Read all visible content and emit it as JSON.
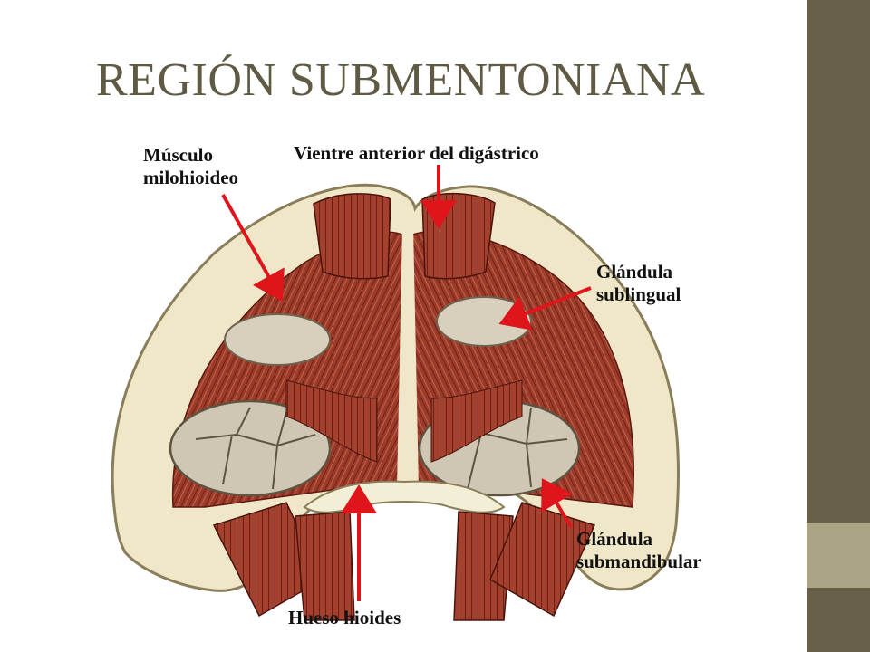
{
  "slide": {
    "title": "REGIÓN SUBMENTONIANA"
  },
  "figure": {
    "labels": {
      "musculo_line1": "Músculo",
      "musculo_line2": "milohioideo",
      "vientre": "Vientre anterior del digástrico",
      "sublingual_line1": "Glándula",
      "sublingual_line2": "sublingual",
      "submandibular_line1": "Glándula",
      "submandibular_line2": "submandibular",
      "hueso": "Hueso hioides"
    }
  },
  "colors": {
    "title": "#5f5a44",
    "sidebar_dark": "#676049",
    "sidebar_light": "#a9a585",
    "arrow": "#e0141b",
    "label_text": "#111111",
    "muscle": "#9c3b2a",
    "muscle_dark": "#6e2217",
    "bone": "#efe7c8",
    "gland": "#cfc6b3"
  }
}
